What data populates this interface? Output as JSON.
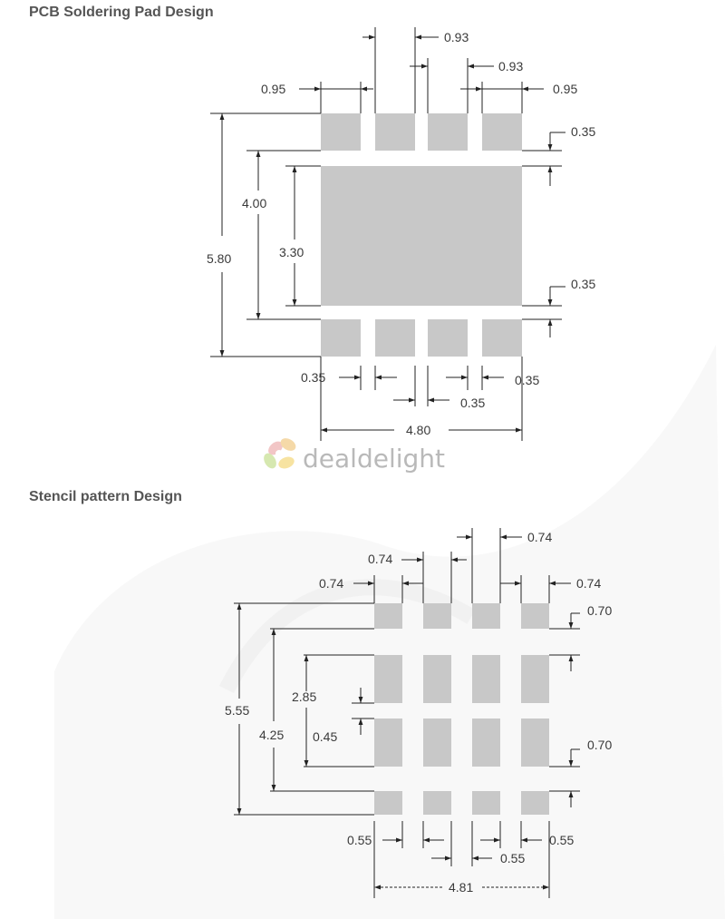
{
  "sections": {
    "pcb_title": "PCB Soldering Pad Design",
    "stencil_title": "Stencil pattern Design"
  },
  "logo": {
    "text": "dealdelight",
    "icon": "petal-flower-icon"
  },
  "pcb": {
    "dims": {
      "pitch_top": "0.93",
      "pitch_mid": "0.93",
      "pad_width_left": "0.95",
      "pad_width_right": "0.95",
      "pad_height_top": "0.35",
      "pad_height_bottom": "0.35",
      "height_inner": "4.00",
      "thermal_height": "3.30",
      "total_height": "5.80",
      "gap_bottom_left": "0.35",
      "gap_bottom_mid": "0.35",
      "gap_bottom_right": "0.35",
      "total_width": "4.80"
    }
  },
  "stencil": {
    "dims": {
      "pitch_top": "0.74",
      "pitch_mid": "0.74",
      "aperture_left": "0.74",
      "aperture_right": "0.74",
      "gap_top": "0.70",
      "gap_bottom": "0.70",
      "total_height": "5.55",
      "inner_height": "4.25",
      "window_height": "2.85",
      "window_gap": "0.45",
      "gap_bottom_left": "0.55",
      "gap_bottom_mid": "0.55",
      "gap_bottom_right": "0.55",
      "total_width": "4.81"
    }
  },
  "colors": {
    "pad": "#c8c8c8",
    "line": "#222222",
    "watermark": "#f7f7f7"
  }
}
